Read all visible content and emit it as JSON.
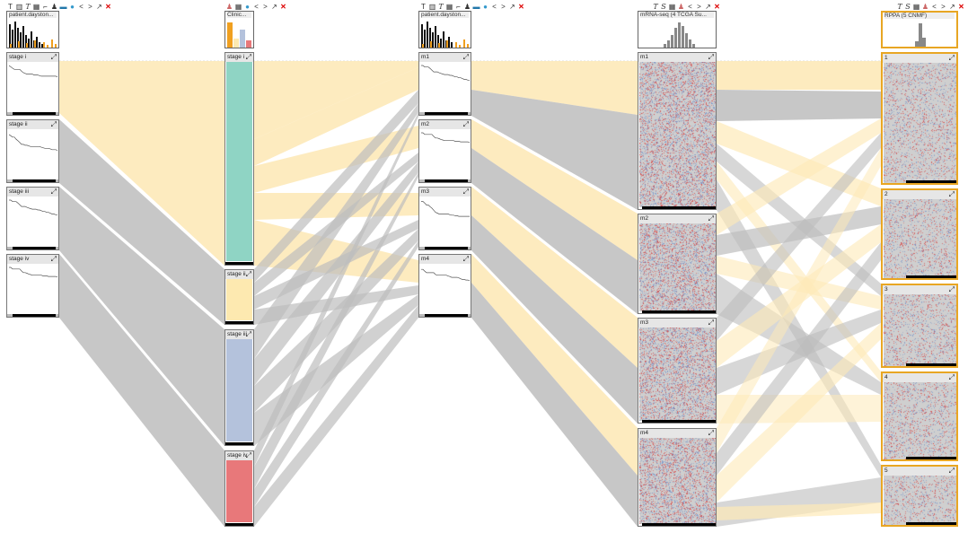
{
  "columns": [
    {
      "id": "col1",
      "toolbar": [
        "T",
        "chart",
        "T",
        "table",
        "km",
        "people",
        "minus",
        "pie",
        "<",
        ">",
        "↗",
        "✕"
      ],
      "summary_label": "patient.dayston...",
      "blocks": [
        {
          "title": "stage i"
        },
        {
          "title": "stage ii"
        },
        {
          "title": "stage iii"
        },
        {
          "title": "stage iv"
        }
      ]
    },
    {
      "id": "col2",
      "toolbar": [
        "people",
        "table",
        "pie",
        "<",
        ">",
        "↗",
        "✕"
      ],
      "summary_label": "Clinic...",
      "blocks": [
        {
          "title": "stage i",
          "color": "#8fd4c4"
        },
        {
          "title": "stage ii",
          "color": "#fde9b0"
        },
        {
          "title": "stage iii",
          "color": "#b4c2dc"
        },
        {
          "title": "stage iv",
          "color": "#e8787a"
        }
      ]
    },
    {
      "id": "col3",
      "toolbar": [
        "T",
        "chart",
        "T",
        "table",
        "km",
        "people",
        "minus",
        "pie",
        "<",
        ">",
        "↗",
        "✕"
      ],
      "summary_label": "patient.dayston...",
      "blocks": [
        {
          "title": "m1"
        },
        {
          "title": "m2"
        },
        {
          "title": "m3"
        },
        {
          "title": "m4"
        }
      ]
    },
    {
      "id": "col4",
      "toolbar": [
        "T",
        "S",
        "table",
        "people",
        "<",
        ">",
        "↗",
        "✕"
      ],
      "summary_label": "mRNA-seq (4 TCGA Su...",
      "blocks": [
        {
          "title": "m1"
        },
        {
          "title": "m2"
        },
        {
          "title": "m3"
        },
        {
          "title": "m4"
        }
      ]
    },
    {
      "id": "col5",
      "toolbar": [
        "T",
        "S",
        "table",
        "people",
        "<",
        ">",
        "↗",
        "✕"
      ],
      "summary_label": "RPPA (5 CNMF)",
      "blocks": [
        {
          "title": "1"
        },
        {
          "title": "2"
        },
        {
          "title": "3"
        },
        {
          "title": "4"
        },
        {
          "title": "5"
        }
      ]
    }
  ],
  "colors": {
    "ribbon_selected": "#fde9b8",
    "ribbon_default": "#bdbdbd",
    "highlight_border": "#e8a623",
    "heatmap_red": "#d63a3a",
    "heatmap_blue": "#6f8fc9"
  }
}
